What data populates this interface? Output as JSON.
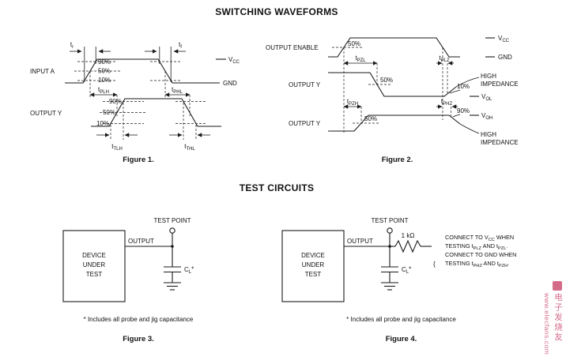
{
  "titles": {
    "waveforms": "SWITCHING WAVEFORMS",
    "test_circuits": "TEST CIRCUITS"
  },
  "fig1": {
    "caption": "Figure 1.",
    "input_label": "INPUT A",
    "output_label": "OUTPUT Y",
    "vcc": {
      "base": "V",
      "sub": "CC"
    },
    "gnd": "GND",
    "t_r": {
      "base": "t",
      "sub": "r"
    },
    "t_f": {
      "base": "t",
      "sub": "f"
    },
    "t_plh": {
      "base": "t",
      "sub": "PLH"
    },
    "t_phl": {
      "base": "t",
      "sub": "PHL"
    },
    "t_tlh": {
      "base": "t",
      "sub": "TLH"
    },
    "t_thl": {
      "base": "t",
      "sub": "THL"
    },
    "in_90": "90%",
    "in_50": "50%",
    "in_10": "10%",
    "out_90": "90%",
    "out_50": "50%",
    "out_10": "10%"
  },
  "fig2": {
    "caption": "Figure 2.",
    "enable_label": "OUTPUT ENABLE",
    "output1_label": "OUTPUT Y",
    "output2_label": "OUTPUT Y",
    "vcc": {
      "base": "V",
      "sub": "CC"
    },
    "gnd": "GND",
    "hiz_top": [
      "HIGH",
      "IMPEDANCE"
    ],
    "hiz_bottom": [
      "HIGH",
      "IMPEDANCE"
    ],
    "vol": {
      "base": "V",
      "sub": "OL"
    },
    "voh": {
      "base": "V",
      "sub": "OH"
    },
    "t_pzl": {
      "base": "t",
      "sub": "PZL"
    },
    "t_plz": {
      "base": "t",
      "sub": "PLZ"
    },
    "t_pzh": {
      "base": "t",
      "sub": "PZH"
    },
    "t_phz": {
      "base": "t",
      "sub": "PHZ"
    },
    "en_50": "50%",
    "out1_50": "50%",
    "out2_50": "50%",
    "pct10": "10%",
    "pct90": "90%"
  },
  "fig3": {
    "caption": "Figure 3.",
    "device": [
      "DEVICE",
      "UNDER",
      "TEST"
    ],
    "output_label": "OUTPUT",
    "test_point": "TEST POINT",
    "cl": {
      "base": "C",
      "sub": "L",
      "star": "*"
    },
    "footnote": "* Includes all probe and jig capacitance"
  },
  "fig4": {
    "caption": "Figure 4.",
    "device": [
      "DEVICE",
      "UNDER",
      "TEST"
    ],
    "output_label": "OUTPUT",
    "test_point": "TEST POINT",
    "resistor_label": "1 kΩ",
    "cl": {
      "base": "C",
      "sub": "L",
      "star": "*"
    },
    "note": {
      "brace": "{",
      "l1a": "CONNECT TO V",
      "l1b": "CC",
      "l1c": " WHEN",
      "l2a": "TESTING t",
      "l2b": "PLZ",
      "l2c": " AND t",
      "l2d": "PZL",
      "l2e": ".",
      "l3": "CONNECT TO GND WHEN",
      "l4a": "TESTING t",
      "l4b": "PHZ",
      "l4c": " AND t",
      "l4d": "PZH",
      "l4e": "."
    },
    "footnote": "* Includes all probe and jig capacitance"
  },
  "watermark": {
    "cjk": "电子发烧友",
    "url": "www.elecfans.com",
    "color": "#d05c7c"
  }
}
